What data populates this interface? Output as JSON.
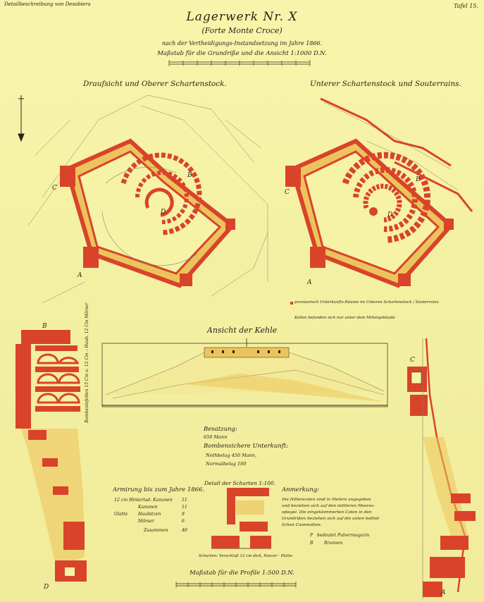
{
  "header": {
    "left": "Detailbeschreibung von Desobiera",
    "right": "Tafel 15."
  },
  "title": "Lagerwerk Nr. X",
  "subtitle": "(Forte Monte Croce)",
  "line3": "nach der Vertheidigungs-Instandsetzung im Jahre 1866.",
  "line4": "Maßstab für die Grundriße und die Ansicht 1:1000 D.N.",
  "plans": {
    "left_title": "Draufsicht und Oberer Schartenstock.",
    "right_title": "Unterer Schartenstock und Souterrains."
  },
  "plan_labels": {
    "A": "A",
    "B": "B",
    "C": "C",
    "D": "D"
  },
  "legend_note1": "provisorisch Unterkunfts-Räume im  Unteren Schartenstock / Souterrains",
  "legend_note2": "Kellen befanden sich nur unter dem Mittelgebäude",
  "elevation_title": "Ansicht der Kehle",
  "side_note": "Bombenlafetten 15 Cm u. 12 Cm – Haub. 12 Cm Mörser",
  "besatzung": {
    "title": "Besatzung:",
    "value": "650 Mann"
  },
  "bombproof": {
    "title": "Bombensichere Unterkunft:",
    "line1": "Nothbelag 450 Mann,",
    "line2": "Normalbelag 160"
  },
  "armament": {
    "title": "Armirung bis zum Jahre 1866.",
    "rows": [
      {
        "label": "12 cm Hinterlad. Kanonen",
        "value": "11"
      },
      {
        "label": "Kanonen",
        "value": "11"
      },
      {
        "label": "Haubitzen",
        "value": "8"
      },
      {
        "label": "Mörser",
        "value": "6"
      },
      {
        "label": "Zusammen",
        "value": "40"
      }
    ],
    "group_label": "Glatte"
  },
  "detail": {
    "title": "Detail der Scharten 1:100.",
    "caption": "Scharten: Verschluß 12 cm dick, Panzer · Platte"
  },
  "anmerkung": {
    "title": "Anmerkung:",
    "lines": [
      "Die Höhencoten sind in Metern angegeben",
      "und beziehen sich auf den mittleren Meeres-",
      "spiegel. Die eingeklammerten Coten in den",
      "Grundrißen beziehen sich auf die unten befind-",
      "lichen Casematten."
    ],
    "legend": [
      {
        "symbol": "P",
        "text": "bedeutet Pulvermagazin"
      },
      {
        "symbol": "B",
        "text": "Brunnen"
      }
    ]
  },
  "scale_bottom": "Maßstab für die Profile 1:500 D.N.",
  "colors": {
    "paper": "#f6f2a6",
    "masonry": "#d9432a",
    "rampart": "#ecc45d",
    "ink": "#2a2416",
    "light_line": "#8a7e66"
  }
}
